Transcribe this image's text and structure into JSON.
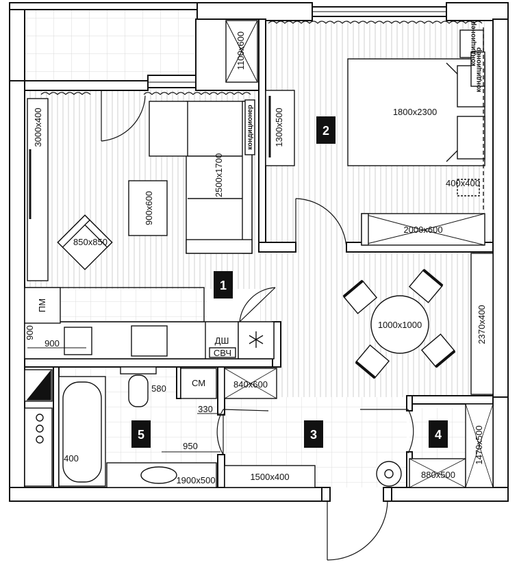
{
  "rooms": [
    {
      "id": "1",
      "number": "1"
    },
    {
      "id": "2",
      "number": "2"
    },
    {
      "id": "3",
      "number": "3"
    },
    {
      "id": "4",
      "number": "4"
    },
    {
      "id": "5",
      "number": "5"
    }
  ],
  "labels": {
    "wardrobe_living": "3000x400",
    "rug": "900x600",
    "armchair": "850x850",
    "sofa": "2500x1700",
    "ac_living": "кондиционер",
    "desk": "1300x500",
    "nightstand_top": "1100x600",
    "ac_bedroom": "кондиционер",
    "ac_bedroom2": "кондиционер",
    "bed": "1800x2300",
    "nightstand": "400x400",
    "wardrobe_bedroom": "2000x600",
    "dining_table": "1000x1000",
    "kitchen_side": "2370x400",
    "pm": "ПМ",
    "kitchen_900_v": "900",
    "kitchen_900_h": "900",
    "dw": "ДШ",
    "microwave": "СВЧ",
    "washer": "СМ",
    "storage": "840x600",
    "toilet_dim": "580",
    "door_dim": "330",
    "bath_dim": "400",
    "bath_length": "950",
    "sink_cabinet": "1900x500",
    "hall_bench": "1500x400",
    "shoe_cabinet": "880x500",
    "hall_wardrobe": "1470x500"
  },
  "colors": {
    "wall": "#ffffff",
    "stroke": "#111111",
    "floor_lines": "#c9c9c9",
    "tile_lines": "#d6d6d6",
    "badge": "#111111"
  }
}
